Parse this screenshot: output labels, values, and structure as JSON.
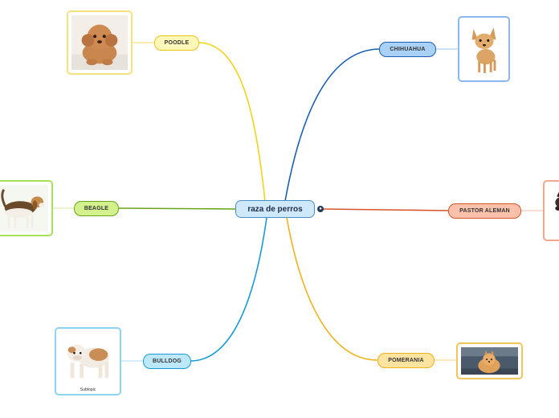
{
  "central_topic": "raza de perros",
  "center_icon": "globe-icon",
  "branches": [
    {
      "id": "poodle",
      "label": "POODLE",
      "color": "#f2d21c",
      "fill": "#fff7b8"
    },
    {
      "id": "chihuahua",
      "label": "CHIHUAHUA",
      "color": "#1a5fb4",
      "fill": "#a9d0f5"
    },
    {
      "id": "beagle",
      "label": "BEAGLE",
      "color": "#6aa51b",
      "fill": "#d3f08d"
    },
    {
      "id": "pastor-aleman",
      "label": "PASTOR ALEMAN",
      "color": "#d9542b",
      "fill": "#fbc1ab"
    },
    {
      "id": "bulldog",
      "label": "BULLDOG",
      "color": "#1a9ad6",
      "fill": "#bde8fb"
    },
    {
      "id": "pomerania",
      "label": "POMERANIA",
      "color": "#f0b21a",
      "fill": "#fde3a0"
    }
  ],
  "images": {
    "poodle": "poodle-photo",
    "chihuahua": "chihuahua-photo",
    "beagle": "beagle-photo",
    "pastor-aleman": "german-shepherd-photo",
    "bulldog": "bulldog-photo",
    "pomerania": "pomeranian-photo"
  },
  "bulldog_caption": "Subtopic"
}
